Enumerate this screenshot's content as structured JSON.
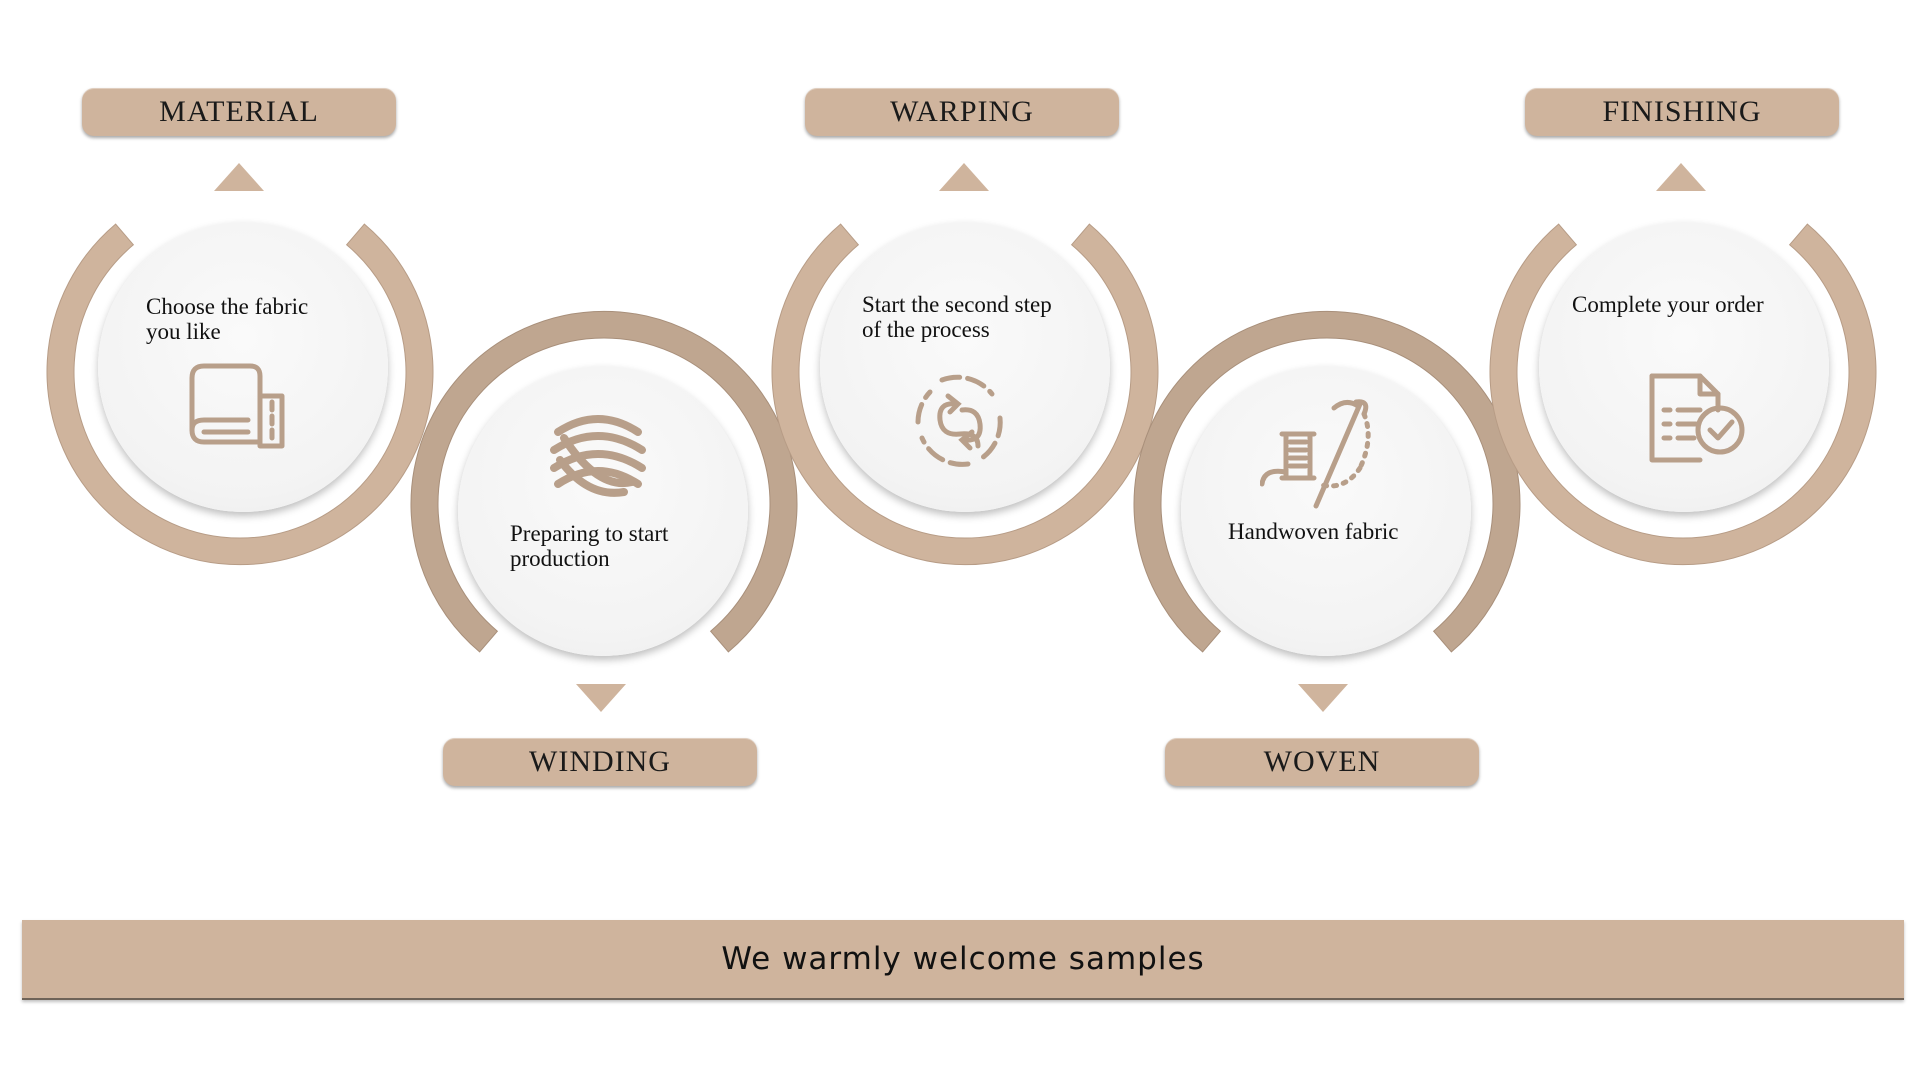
{
  "steps": [
    {
      "label": "MATERIAL",
      "text_line1": "Choose the fabric",
      "text_line2": "you like",
      "icon": "fabric-roll-icon"
    },
    {
      "label": "WINDING",
      "text_line1": "Preparing to start",
      "text_line2": "production",
      "icon": "yarn-skein-icon"
    },
    {
      "label": "WARPING",
      "text_line1": "Start the second step",
      "text_line2": "of the process",
      "icon": "cycle-arrows-icon"
    },
    {
      "label": "WOVEN",
      "text_line1": "Handwoven fabric",
      "text_line2": "",
      "icon": "thread-needle-icon"
    },
    {
      "label": "FINISHING",
      "text_line1": "Complete your order",
      "text_line2": "",
      "icon": "document-check-icon"
    }
  ],
  "footer": {
    "text": "We warmly welcome samples"
  },
  "colors": {
    "accent": "#cfb49d",
    "ring_dark": "#bfa690",
    "disc": "#f5f5f5",
    "icon": "#b89f8a"
  }
}
